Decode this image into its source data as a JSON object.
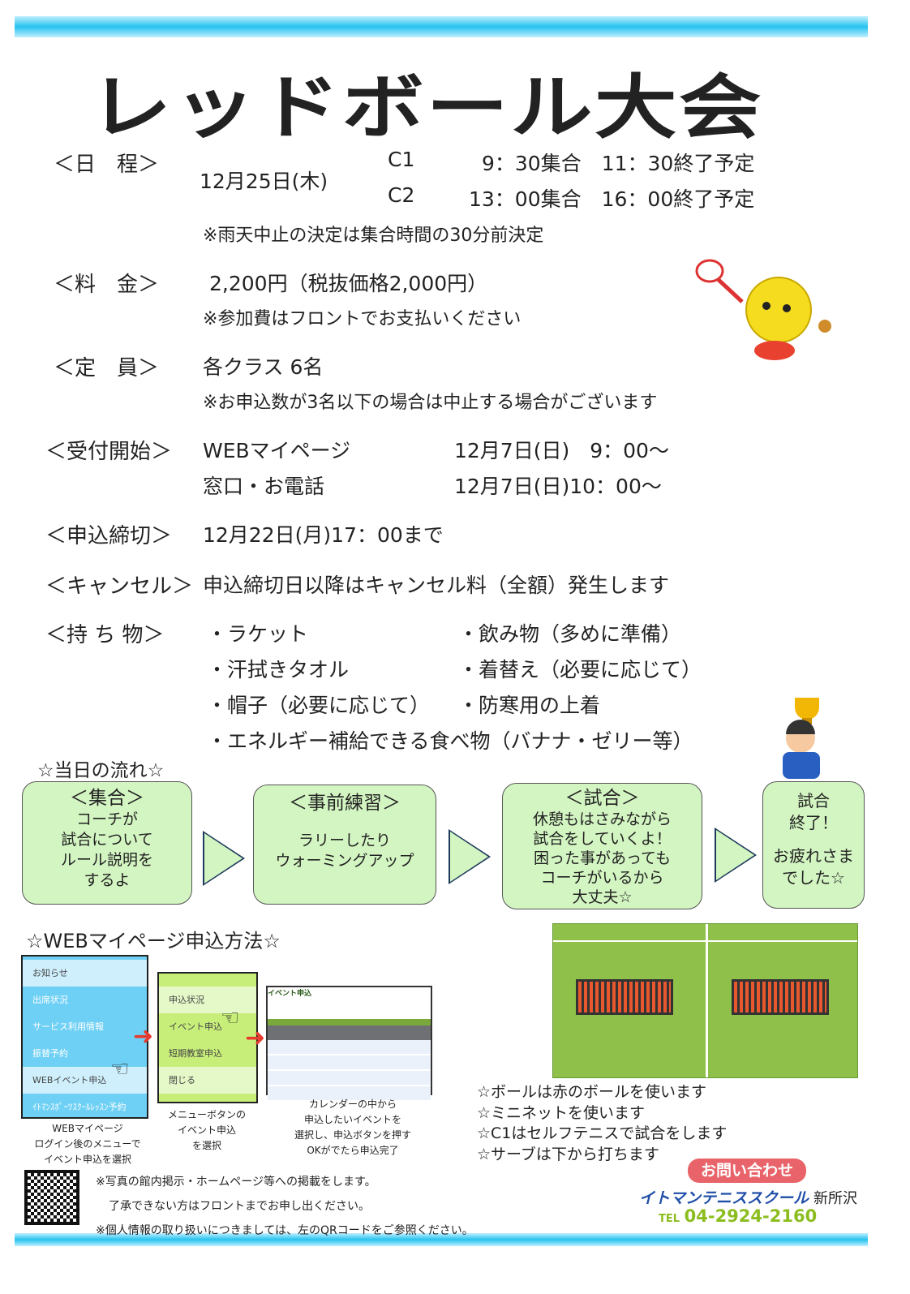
{
  "title": "レッドボール大会",
  "schedule": {
    "label": "＜日　程＞",
    "date": "12月25日(木)",
    "c1": "C1",
    "c1_time": "9：30集合　11：30終了予定",
    "c2": "C2",
    "c2_time": "13：00集合　16：00終了予定",
    "note": "※雨天中止の決定は集合時間の30分前決定"
  },
  "fee": {
    "label": "＜料　金＞",
    "value": "2,200円（税抜価格2,000円）",
    "note": "※参加費はフロントでお支払いください"
  },
  "capacity": {
    "label": "＜定　員＞",
    "value": "各クラス 6名",
    "note": "※お申込数が3名以下の場合は中止する場合がございます"
  },
  "reception": {
    "label": "＜受付開始＞",
    "web": "WEBマイページ",
    "web_time": "12月7日(日)　9：00～",
    "counter": "窓口・お電話",
    "counter_time": "12月7日(日)10：00～"
  },
  "deadline": {
    "label": "＜申込締切＞",
    "value": "12月22日(月)17：00まで"
  },
  "cancel": {
    "label": "＜キャンセル＞",
    "value": "申込締切日以降はキャンセル料（全額）発生します"
  },
  "items": {
    "label": "＜持 ち 物＞",
    "list": [
      "・ラケット",
      "・飲み物（多めに準備）",
      "・汗拭きタオル",
      "・着替え（必要に応じて）",
      "・帽子（必要に応じて）",
      "・防寒用の上着",
      "・エネルギー補給できる食べ物（バナナ・ゼリー等）"
    ]
  },
  "flow": {
    "title": "☆当日の流れ☆",
    "steps": [
      {
        "head": "＜集合＞",
        "body": [
          "コーチが",
          "試合について",
          "ルール説明を",
          "するよ"
        ]
      },
      {
        "head": "＜事前練習＞",
        "body": [
          "ラリーしたり",
          "ウォーミングアップ"
        ]
      },
      {
        "head": "＜試合＞",
        "body": [
          "休憩もはさみながら",
          "試合をしていくよ！",
          "困った事があっても",
          "コーチがいるから",
          "大丈夫☆"
        ]
      },
      {
        "head": "試合",
        "body": [
          "終了！",
          "",
          "お疲れさま",
          "でした☆"
        ]
      }
    ]
  },
  "web": {
    "title": "☆WEBマイページ申込方法☆",
    "menu1": [
      "お知らせ",
      "出席状況",
      "サービス利用情報",
      "振替予約",
      "WEBイベント申込",
      "ｲﾄﾏﾝｽﾎﾟｰﾂｽｸｰﾙﾚｯｽﾝ予約"
    ],
    "menu2": [
      "申込状況",
      "イベント申込",
      "短期教室申込",
      "閉じる"
    ],
    "calendar_title": "イベント申込",
    "cap1": [
      "WEBマイページ",
      "ログイン後のメニューで",
      "イベント申込を選択"
    ],
    "cap2": [
      "メニューボタンの",
      "イベント申込",
      "を選択"
    ],
    "cap3": [
      "カレンダーの中から",
      "申込したいイベントを",
      "選択し、申込ボタンを押す",
      "OKがでたら申込完了"
    ]
  },
  "rules": [
    "☆ボールは赤のボールを使います",
    "☆ミニネットを使います",
    "☆C1はセルフテニスで試合をします",
    "☆サーブは下から打ちます"
  ],
  "notes": [
    "※写真の館内掲示・ホームページ等への掲載をします。",
    "了承できない方はフロントまでお申し出ください。",
    "※個人情報の取り扱いにつきましては、左のQRコードをご参照ください。"
  ],
  "contact": {
    "badge": "お問い合わせ",
    "school": "イトマンテニススクール",
    "branch": "新所沢",
    "tel_label": "TEL",
    "tel": "04-2924-2160"
  }
}
